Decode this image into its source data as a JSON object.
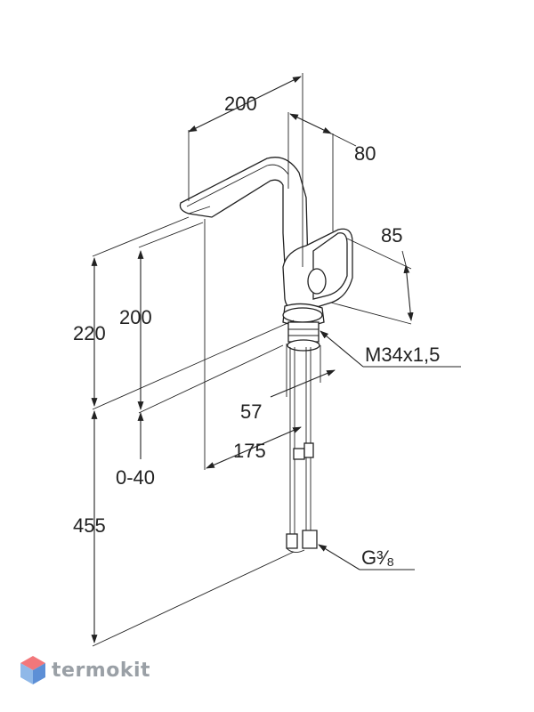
{
  "dimensions": {
    "spout_reach": "200",
    "handle_depth": "80",
    "handle_height": "85",
    "total_height": "220",
    "spout_height": "200",
    "thread": "M34x1,5",
    "base_diameter": "57",
    "spout_offset": "175",
    "deck_thickness": "0-40",
    "hose_length": "455",
    "connection": "G³⁄₈"
  },
  "brand": {
    "name": "termokit",
    "colors": {
      "top": "#f2777b",
      "left": "#8fb8e8",
      "right": "#5d8fd6"
    }
  }
}
